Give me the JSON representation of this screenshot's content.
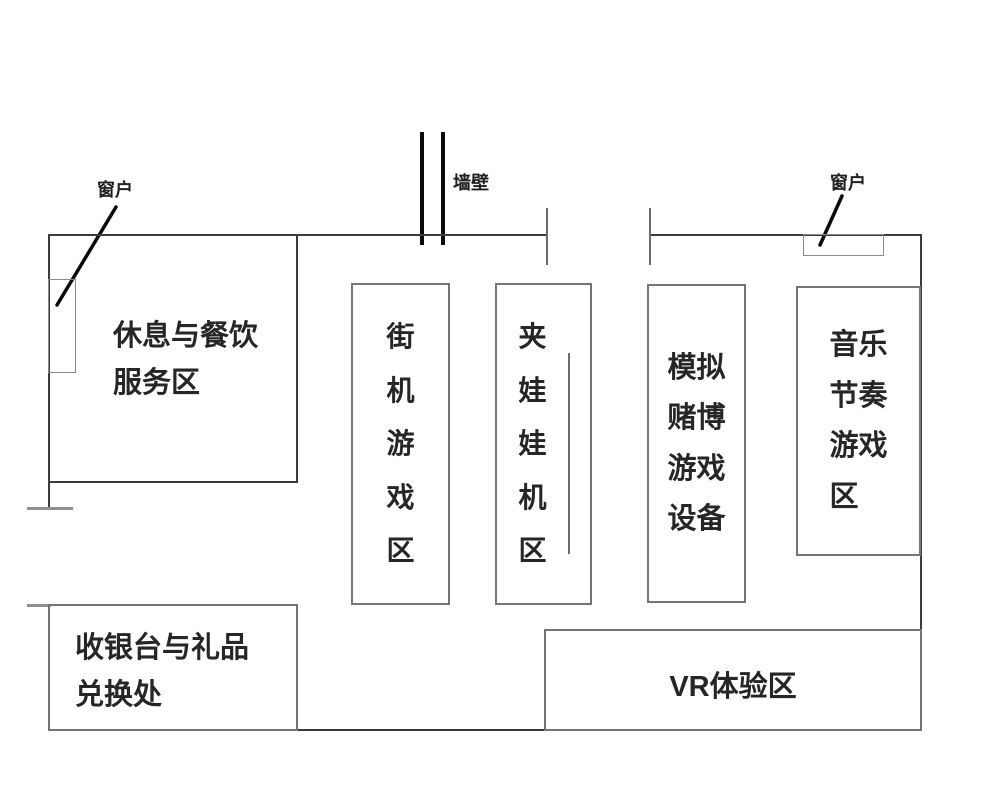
{
  "annotations": {
    "window_left": "窗户",
    "wall": "墙壁",
    "window_right": "窗户"
  },
  "areas": {
    "rest_dining": {
      "full_name": "休息与餐饮服务区",
      "lines": [
        "休息与餐饮",
        "服务区"
      ]
    },
    "arcade": {
      "full_name": "街机游戏区",
      "chars": [
        "街",
        "机",
        "游",
        "戏",
        "区"
      ]
    },
    "claw": {
      "full_name": "夹娃娃机区",
      "chars": [
        "夹",
        "娃",
        "娃",
        "机",
        "区"
      ]
    },
    "gambling": {
      "full_name": "模拟赌博游戏设备",
      "lines": [
        "模拟",
        "赌博",
        "游戏",
        "设备"
      ]
    },
    "music": {
      "full_name": "音乐节奏游戏区",
      "lines": [
        "音乐",
        "节奏",
        "游戏",
        "区"
      ]
    },
    "cashier": {
      "full_name": "收银台与礼品兑换处",
      "lines": [
        "收银台与礼品",
        "兑换处"
      ]
    },
    "vr": {
      "full_name": "VR体验区",
      "label": "VR体验区"
    }
  },
  "colors": {
    "background": "#ffffff",
    "wall": "#3c3c3c",
    "box_border": "#757575",
    "light_gray": "#8f8f8f",
    "text": "#262626",
    "black": "#0b0b0b"
  }
}
